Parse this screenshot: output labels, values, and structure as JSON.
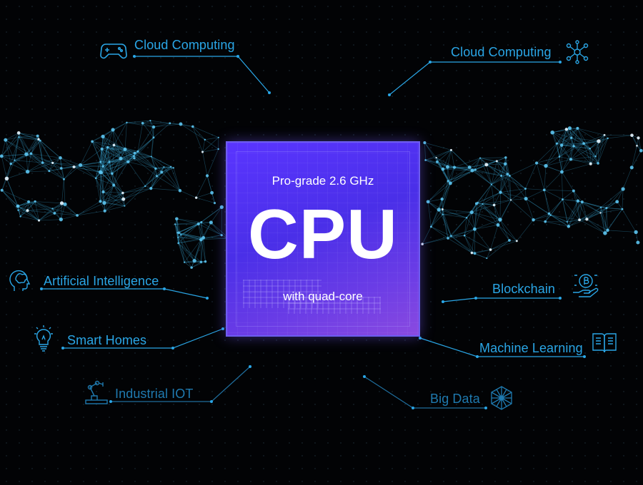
{
  "chip": {
    "subtitle": "Pro-grade 2.6 GHz",
    "title": "CPU",
    "caption": "with quad-core"
  },
  "features": {
    "top_left": {
      "label": "Cloud Computing",
      "icon": "gamepad-icon"
    },
    "top_right": {
      "label": "Cloud Computing",
      "icon": "network-nodes-icon"
    },
    "ai": {
      "label": "Artificial Intelligence",
      "icon": "brain-head-icon"
    },
    "smart_homes": {
      "label": "Smart Homes",
      "icon": "lightbulb-icon"
    },
    "iot": {
      "label": "Industrial IOT",
      "icon": "robot-arm-icon"
    },
    "blockchain": {
      "label": "Blockchain",
      "icon": "coin-hand-icon"
    },
    "ml": {
      "label": "Machine Learning",
      "icon": "book-icon"
    },
    "big_data": {
      "label": "Big Data",
      "icon": "globe-network-icon"
    }
  },
  "colors": {
    "accent": "#2aa6e6",
    "background": "#020305",
    "chip": "#5a35ff"
  }
}
